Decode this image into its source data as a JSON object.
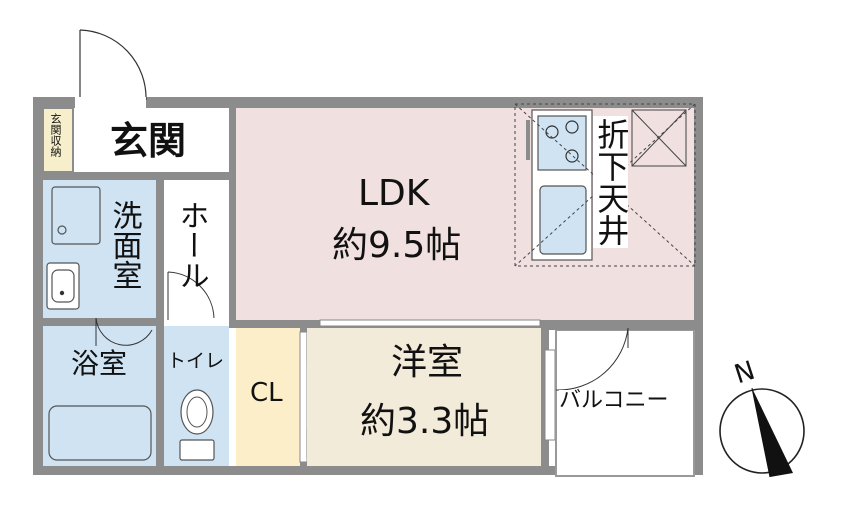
{
  "rooms": {
    "genkan": "玄関",
    "genkan_storage": "玄関収納",
    "washroom": "洗面室",
    "hall": "ホール",
    "ldk": "LDK",
    "ldk_size": "約9.5帖",
    "ceiling": "折下天井",
    "bath": "浴室",
    "toilet": "トイレ",
    "closet": "CL",
    "western": "洋室",
    "western_size": "約3.3帖",
    "balcony": "バルコニー"
  },
  "compass": {
    "north": "N"
  },
  "colors": {
    "wall": "#8c8c8c",
    "ldk_floor": "#f0e0e0",
    "wet_floor": "#cfe3f3",
    "western_floor": "#f3ebd9",
    "closet_floor": "#fbeec8",
    "genkan_storage_floor": "#f7eecb"
  }
}
